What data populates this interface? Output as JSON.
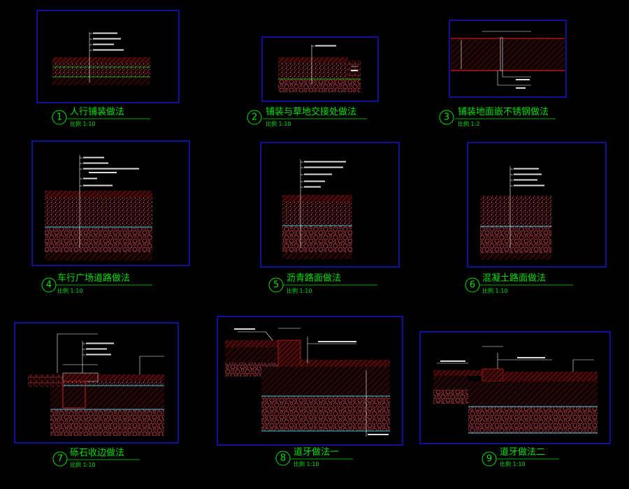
{
  "details": [
    {
      "num": "1",
      "title": "人行铺装做法",
      "scale": "比例 1:10"
    },
    {
      "num": "2",
      "title": "铺装与草地交接处做法",
      "scale": "比例 1:10"
    },
    {
      "num": "3",
      "title": "铺装地面嵌不锈钢做法",
      "scale": "比例 1:2"
    },
    {
      "num": "4",
      "title": "车行广场道路做法",
      "scale": "比例 1:10"
    },
    {
      "num": "5",
      "title": "沥青路面做法",
      "scale": "比例 1:10"
    },
    {
      "num": "6",
      "title": "混凝土路面做法",
      "scale": "比例 1:10"
    },
    {
      "num": "7",
      "title": "砾石收边做法",
      "scale": "比例 1:10"
    },
    {
      "num": "8",
      "title": "道牙做法一",
      "scale": "比例 1:10"
    },
    {
      "num": "9",
      "title": "道牙做法二",
      "scale": "比例 1:10"
    }
  ],
  "colors": {
    "background": "#000000",
    "frame": "#1a1aff",
    "text": "#00e000",
    "hatch_red": "#c81e1e",
    "aggregate": "#e0707a",
    "cyan_line": "#40c8d8",
    "leader": "#ffffff"
  }
}
